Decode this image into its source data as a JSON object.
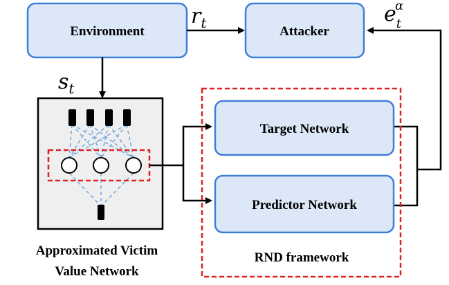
{
  "boxes": {
    "environment": "Environment",
    "attacker": "Attacker",
    "target": "Target Network",
    "predictor": "Predictor Network"
  },
  "signals": {
    "reward": {
      "base": "r",
      "sub": "t"
    },
    "state": {
      "base": "s",
      "sub": "t"
    },
    "error": {
      "base": "e",
      "sub": "t",
      "sup": "α"
    }
  },
  "captions": {
    "victim_line1": "Approximated Victim",
    "victim_line2": "Value Network",
    "rnd": "RND framework"
  },
  "colors": {
    "box_fill": "#dce8f8",
    "box_stroke": "#3d7fd9",
    "dash_red": "#e02020",
    "net_fill": "#efefef",
    "net_edge": "#6aa3e0"
  }
}
